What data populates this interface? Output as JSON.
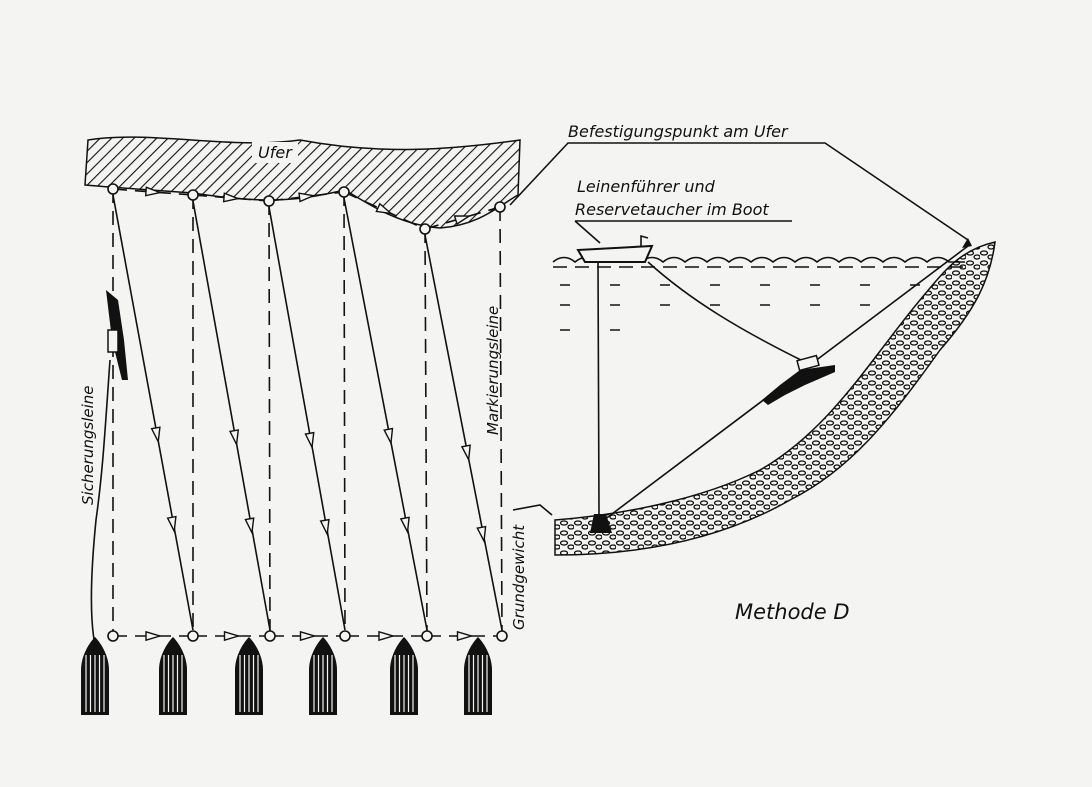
{
  "labels": {
    "shore": "Ufer",
    "anchor_point": "Befestigungspunkt am Ufer",
    "boat_line1": "Leinenführer und",
    "boat_line2": "Reservetaucher im Boot",
    "marking_line": "Markierungsleine",
    "safety_line": "Sicherungsleine",
    "ground_weight": "Grundgewicht",
    "method": "Methode D"
  },
  "colors": {
    "ink": "#111111",
    "paper": "#f4f4f2"
  }
}
